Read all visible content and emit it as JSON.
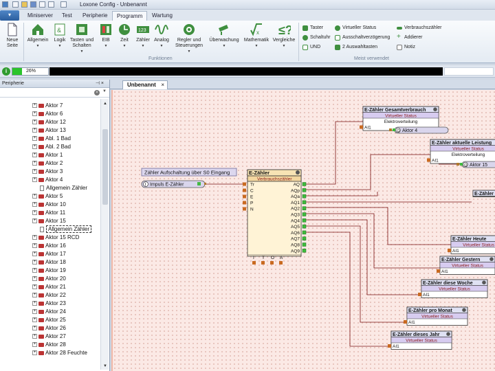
{
  "window": {
    "title": "Loxone Config - Unbenannt"
  },
  "menu": {
    "app_button": "",
    "tabs": [
      "Miniserver",
      "Test",
      "Peripherie",
      "Programm",
      "Wartung"
    ],
    "active_tab": "Programm"
  },
  "ribbon": {
    "buttons": [
      {
        "label1": "Neue",
        "label2": "Seite",
        "icon": "new-page-icon"
      },
      {
        "label1": "Allgemein",
        "label2": "",
        "icon": "house-icon"
      },
      {
        "label1": "Logik",
        "label2": "",
        "icon": "logic-icon"
      },
      {
        "label1": "Tasten und",
        "label2": "Schalten",
        "icon": "switch-icon"
      },
      {
        "label1": "EIB",
        "label2": "",
        "icon": "eib-icon"
      },
      {
        "label1": "Zeit",
        "label2": "",
        "icon": "clock-icon"
      },
      {
        "label1": "Zähler",
        "label2": "",
        "icon": "counter-icon"
      },
      {
        "label1": "Analog",
        "label2": "",
        "icon": "wave-icon"
      },
      {
        "label1": "Regler und",
        "label2": "Steuerungen",
        "icon": "controller-icon"
      },
      {
        "label1": "Überwachung",
        "label2": "",
        "icon": "camera-icon"
      },
      {
        "label1": "Mathematik",
        "label2": "",
        "icon": "math-icon"
      },
      {
        "label1": "Vergleiche",
        "label2": "",
        "icon": "compare-icon"
      }
    ],
    "group_functions": "Funktionen",
    "group_recent": "Meist verwendet",
    "recent": [
      "Taster",
      "Virtueller Status",
      "Verbrauchszähler",
      "Schaltuhr",
      "Ausschaltverzögerung",
      "Addierer",
      "UND",
      "2 Auswahltasten",
      "Notiz"
    ]
  },
  "status": {
    "progress_percent": 26,
    "progress_label": "26%"
  },
  "sidebar": {
    "title": "Peripherie",
    "pin": "⊣ ×",
    "items": [
      {
        "label": "Aktor 7",
        "kind": "dev"
      },
      {
        "label": "Aktor 6",
        "kind": "dev"
      },
      {
        "label": "Aktor 12",
        "kind": "dev"
      },
      {
        "label": "Aktor 13",
        "kind": "dev"
      },
      {
        "label": "Abl. 1 Bad",
        "kind": "dev"
      },
      {
        "label": "Abl. 2 Bad",
        "kind": "dev"
      },
      {
        "label": "Aktor 1",
        "kind": "dev"
      },
      {
        "label": "Aktor 2",
        "kind": "dev"
      },
      {
        "label": "Aktor 3",
        "kind": "dev"
      },
      {
        "label": "Aktor 4",
        "kind": "dev"
      },
      {
        "label": "Allgemein Zähler",
        "kind": "doc"
      },
      {
        "label": "Aktor 5",
        "kind": "dev"
      },
      {
        "label": "Aktor 10",
        "kind": "dev"
      },
      {
        "label": "Aktor 11",
        "kind": "dev"
      },
      {
        "label": "Aktor 15",
        "kind": "dev"
      },
      {
        "label": "Allgemein Zähler",
        "kind": "doc"
      },
      {
        "label": "Aktor 15 RCD",
        "kind": "dev"
      },
      {
        "label": "Aktor 16",
        "kind": "dev"
      },
      {
        "label": "Aktor 17",
        "kind": "dev"
      },
      {
        "label": "Aktor 18",
        "kind": "dev"
      },
      {
        "label": "Aktor 19",
        "kind": "dev"
      },
      {
        "label": "Aktor 20",
        "kind": "dev"
      },
      {
        "label": "Aktor 21",
        "kind": "dev"
      },
      {
        "label": "Aktor 22",
        "kind": "dev"
      },
      {
        "label": "Aktor 23",
        "kind": "dev"
      },
      {
        "label": "Aktor 24",
        "kind": "dev"
      },
      {
        "label": "Aktor 25",
        "kind": "dev"
      },
      {
        "label": "Aktor 26",
        "kind": "dev"
      },
      {
        "label": "Aktor 27",
        "kind": "dev"
      },
      {
        "label": "Aktor 28",
        "kind": "dev"
      },
      {
        "label": "Aktor 28 Feuchte",
        "kind": "dev"
      }
    ]
  },
  "document_tab": {
    "label": "Unbenannt",
    "close": "×"
  },
  "diagram": {
    "note": "Zähler Aufschaltung über S0 Eingang",
    "input_block": "Impuls E-Zähler",
    "input_prefix": "I",
    "main_block": {
      "title": "E-Zähler",
      "subtitle": "Verbrauchszähler",
      "inputs": [
        "Tr",
        "C",
        "E",
        "P",
        "N"
      ],
      "outputs": [
        "AQ",
        "AQp",
        "AQa",
        "AQ1",
        "AQ2",
        "AQ3",
        "AQ4",
        "AQ5",
        "AQ6",
        "AQ7",
        "AQ8",
        "AQ9"
      ],
      "bottom": [
        "I",
        "T",
        "O",
        "A"
      ]
    },
    "status_blocks": [
      {
        "title": "E-Zähler Gesamtverbrauch",
        "type": "Virtueller Status",
        "sub": "Elektroverteilung",
        "input": "AI1"
      },
      {
        "title": "E-Zähler aktuelle Leistung",
        "type": "Virtueller Status",
        "sub": "Elektroverteilung",
        "input": "AI1"
      },
      {
        "title": "E-Zähler",
        "type": "",
        "sub": "",
        "input": ""
      },
      {
        "title": "E-Zähler Heute",
        "type": "Virtueller Status",
        "sub": "",
        "input": "AI1"
      },
      {
        "title": "E-Zähler Gestern",
        "type": "Virtueller Status",
        "sub": "",
        "input": "AI1"
      },
      {
        "title": "E-Zähler diese Woche",
        "type": "Virtueller Status",
        "sub": "",
        "input": "AI1"
      },
      {
        "title": "E-Zähler pro Monat",
        "type": "Virtueller Status",
        "sub": "",
        "input": "AI1"
      },
      {
        "title": "E-Zähler dieses Jahr",
        "type": "Virtueller Status",
        "sub": "",
        "input": "AI1"
      }
    ],
    "output_refs": [
      "Aktor 4",
      "Aktor 15"
    ],
    "output_prefix": "Q"
  }
}
